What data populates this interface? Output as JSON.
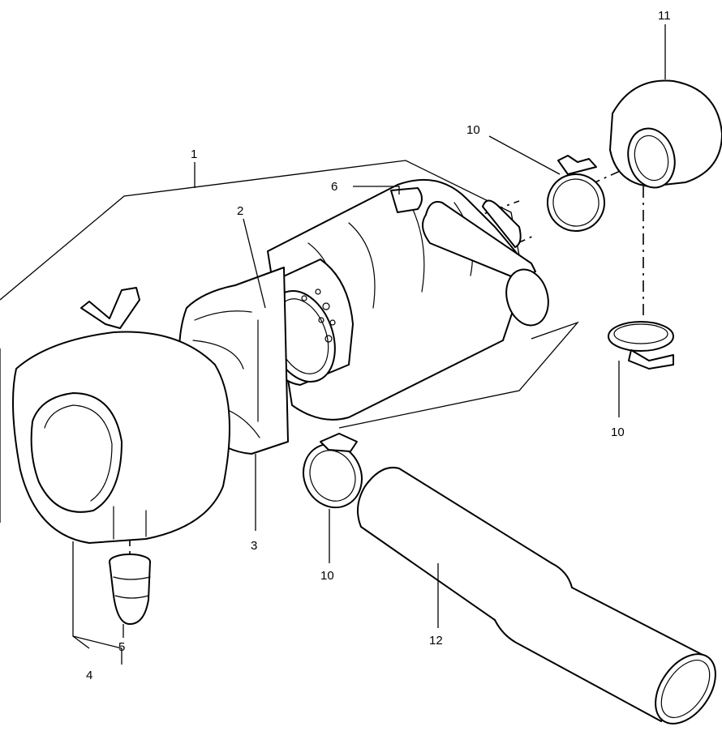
{
  "callouts": {
    "c1": "1",
    "c2": "2",
    "c3": "3",
    "c4": "4",
    "c5": "5",
    "c6": "6",
    "c10a": "10",
    "c10b": "10",
    "c10c": "10",
    "c11": "11",
    "c12": "12"
  }
}
